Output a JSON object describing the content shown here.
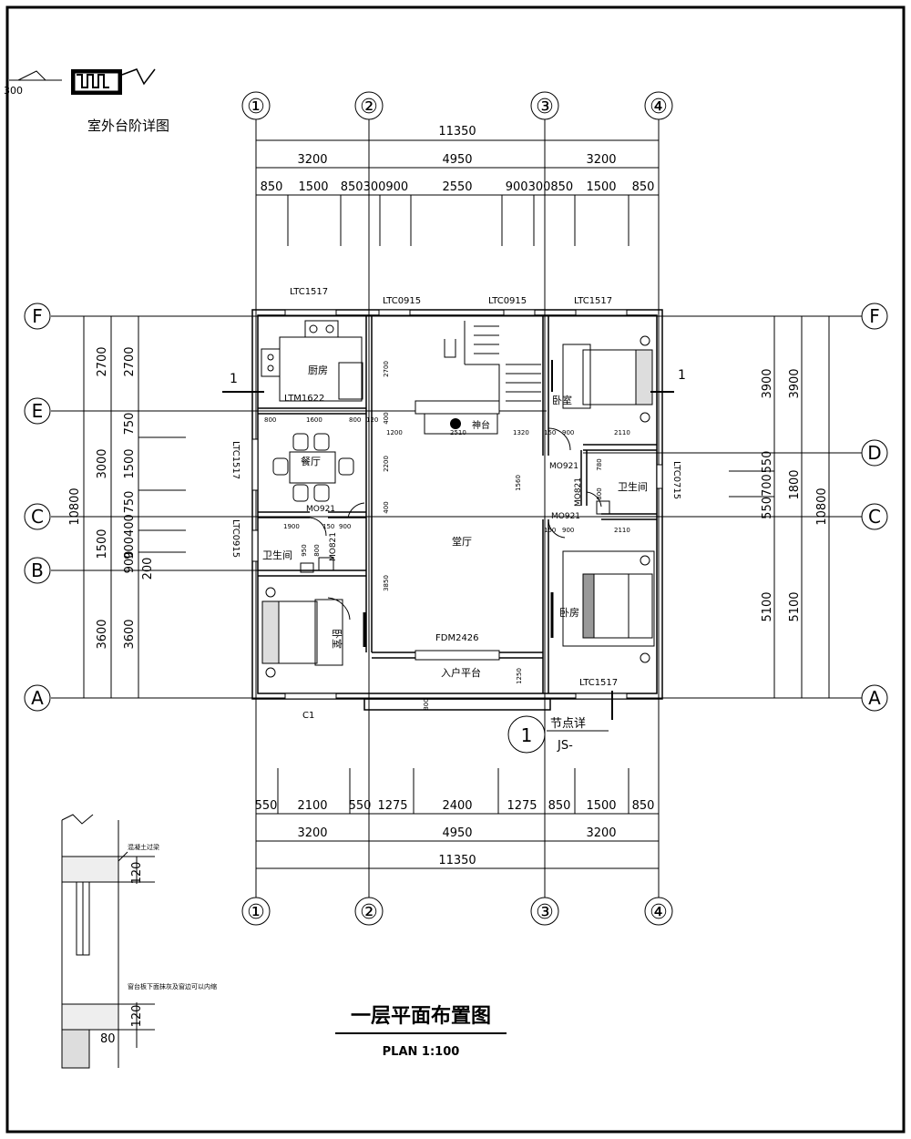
{
  "title_block": {
    "title": "一层平面布置图",
    "subtitle": "PLAN 1:100",
    "step_detail_label": "室外台阶详图",
    "step_detail_num": "300",
    "detail_callout": {
      "num": "1",
      "text": "节点详",
      "ref": "JS-"
    }
  },
  "grid": {
    "columns": [
      "①",
      "②",
      "③",
      "④"
    ],
    "rows": [
      "F",
      "E",
      "D",
      "C",
      "B",
      "A"
    ]
  },
  "dims_top": {
    "overall": "11350",
    "bays": [
      "3200",
      "4950",
      "3200"
    ],
    "segments": [
      "850",
      "1500",
      "850300900",
      "2550",
      "900300850",
      "1500",
      "850"
    ]
  },
  "dims_bottom": {
    "segments": [
      "550",
      "2100",
      "550",
      "1275",
      "2400",
      "1275",
      "850",
      "1500",
      "850"
    ],
    "bays": [
      "3200",
      "4950",
      "3200"
    ],
    "overall": "11350"
  },
  "dims_left": {
    "overall": "10800",
    "bays": [
      "2700",
      "3000",
      "1500",
      "3600"
    ],
    "inner": [
      "2700",
      "750",
      "1500",
      "750",
      "900400",
      "900",
      "200",
      "3600"
    ]
  },
  "dims_right": {
    "overall": "10800",
    "bays": [
      "3900",
      "1800",
      "5100"
    ],
    "inner": [
      "3900",
      "550",
      "550700",
      "5100"
    ]
  },
  "rooms": {
    "kitchen": "厨房",
    "dining": "餐厅",
    "bath_left": "卫生间",
    "bedroom_left": "卧室",
    "bedroom_ne": "卧室",
    "bath_right": "卫生间",
    "bedroom_se": "卧房",
    "living": "堂厅",
    "shrine": "神台",
    "entry": "入户平台"
  },
  "openings": {
    "w_f1": "LTC1517",
    "w_f2": "LTC0915",
    "w_f3": "LTC0915",
    "w_f4": "LTC1517",
    "kitchen_door": "LTM1622",
    "west_win1": "LTC1517",
    "west_win2": "LTC0915",
    "east_win": "LTC0715",
    "door_dining": "MO921",
    "door_bath_l": "MO821",
    "door_ne": "MO921",
    "door_bath_r": "MO821",
    "door_se": "MO921",
    "front_door": "FDM2426",
    "south_win": "LTC1517",
    "c1": "C1",
    "section_mark": "1"
  },
  "inner_dims": {
    "k_800a": "800",
    "k_1600": "1600",
    "k_800b": "800",
    "k_120": "120",
    "s_1200": "1200",
    "s_2510": "2510",
    "s_1320": "1320",
    "s_2700": "2700",
    "s_400": "400",
    "l_2200": "2200",
    "l_400": "400",
    "l_3850": "3850",
    "b_1900": "1900",
    "b_150": "150",
    "b_900": "900",
    "b_950": "950",
    "b_800": "800",
    "r_150": "150",
    "r_900": "900",
    "r_2110": "2110",
    "r_1560": "1560",
    "r_780": "780",
    "r_800": "800",
    "r2_150": "150",
    "r2_900": "900",
    "r2_2110": "2110",
    "entry_1250": "1250",
    "entry_800": "800"
  },
  "wall_detail": {
    "note_top": "混凝土过梁",
    "note_bottom": "窗台板下面抹灰及窗边可以内缩",
    "d1": "120",
    "d2": "120",
    "d3": "80"
  }
}
